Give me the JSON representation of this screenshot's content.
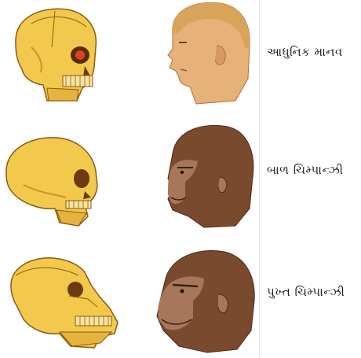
{
  "rows": [
    {
      "label": "આધુનિક માનવ"
    },
    {
      "label": "બાળ ચિમ્પાન્ઝી"
    },
    {
      "label": "પુખ્ત ચિમ્પાન્ઝી"
    }
  ],
  "colors": {
    "bone": "#f2c94c",
    "bone_shadow": "#c9952a",
    "human_skin": "#e6b27a",
    "human_hair": "#d9a35a",
    "chimp_fur": "#7a4a2e",
    "chimp_face": "#a8765a"
  }
}
